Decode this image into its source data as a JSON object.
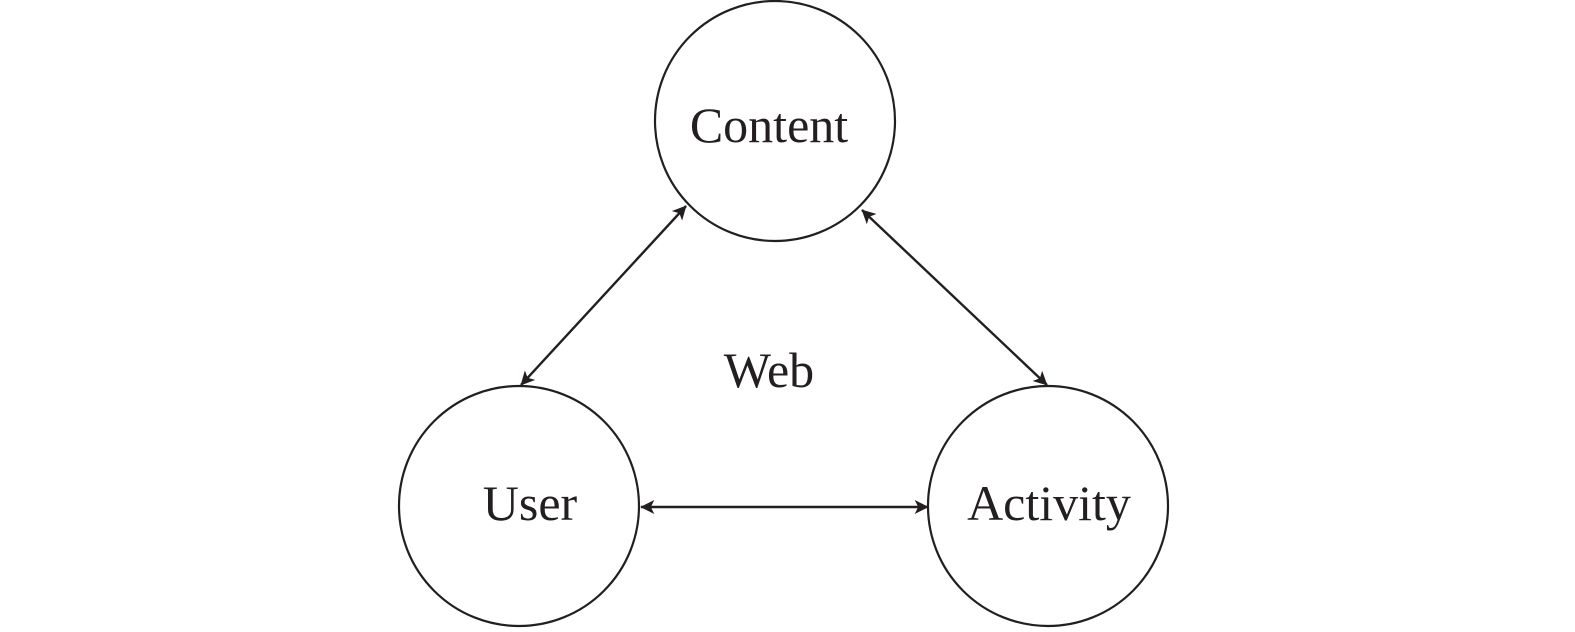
{
  "diagram": {
    "center_label": "Web",
    "nodes": {
      "content": {
        "label": "Content"
      },
      "user": {
        "label": "User"
      },
      "activity": {
        "label": "Activity"
      }
    },
    "edges": [
      {
        "from": "Content",
        "to": "User",
        "direction": "bidirectional"
      },
      {
        "from": "Content",
        "to": "Activity",
        "direction": "bidirectional"
      },
      {
        "from": "User",
        "to": "Activity",
        "direction": "bidirectional"
      }
    ],
    "stroke_color": "#231f20",
    "background_color": "#ffffff"
  }
}
